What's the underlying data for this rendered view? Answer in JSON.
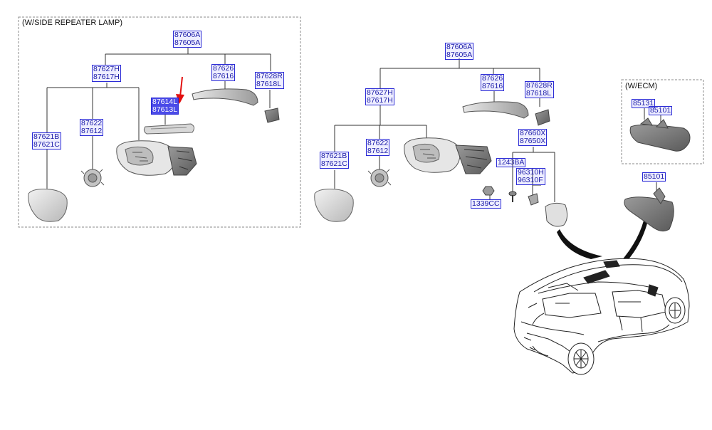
{
  "groups": {
    "side_repeater": "(W/SIDE REPEATER LAMP)",
    "ecm": "(W/ECM)"
  },
  "callouts": [
    {
      "id": "a1",
      "codes": [
        "87606A",
        "87605A"
      ]
    },
    {
      "id": "a2",
      "codes": [
        "87627H",
        "87617H"
      ]
    },
    {
      "id": "a3",
      "codes": [
        "87626",
        "87616"
      ]
    },
    {
      "id": "a4",
      "codes": [
        "87628R",
        "87618L"
      ]
    },
    {
      "id": "a5",
      "codes": [
        "87614L",
        "87613L"
      ],
      "selected": true
    },
    {
      "id": "a6",
      "codes": [
        "87622",
        "87612"
      ]
    },
    {
      "id": "a7",
      "codes": [
        "87621B",
        "87621C"
      ]
    },
    {
      "id": "b1",
      "codes": [
        "87606A",
        "87605A"
      ]
    },
    {
      "id": "b2",
      "codes": [
        "87627H",
        "87617H"
      ]
    },
    {
      "id": "b3",
      "codes": [
        "87626",
        "87616"
      ]
    },
    {
      "id": "b4",
      "codes": [
        "87628R",
        "87618L"
      ]
    },
    {
      "id": "b5",
      "codes": [
        "87660X",
        "87650X"
      ]
    },
    {
      "id": "b6",
      "codes": [
        "1243BA"
      ]
    },
    {
      "id": "b7",
      "codes": [
        "96310H",
        "96310F"
      ]
    },
    {
      "id": "b8",
      "codes": [
        "87622",
        "87612"
      ]
    },
    {
      "id": "b9",
      "codes": [
        "87621B",
        "87621C"
      ]
    },
    {
      "id": "b10",
      "codes": [
        "1339CC"
      ]
    },
    {
      "id": "c1",
      "codes": [
        "85131"
      ]
    },
    {
      "id": "c2",
      "codes": [
        "85101"
      ]
    },
    {
      "id": "c3",
      "codes": [
        "85101"
      ]
    }
  ]
}
